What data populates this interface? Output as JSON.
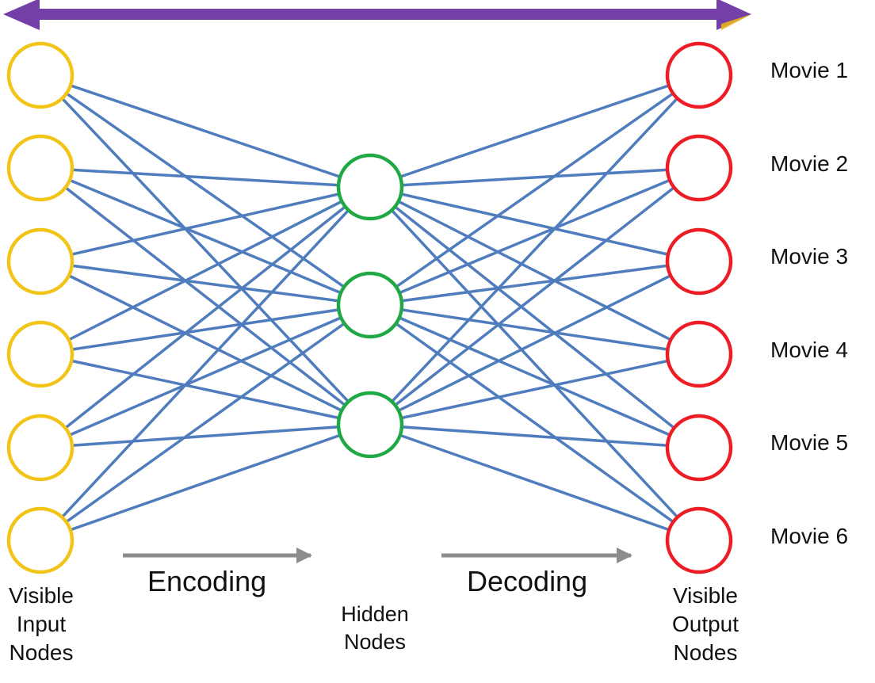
{
  "colors": {
    "input_node": "#f2c417",
    "hidden_node": "#1fa844",
    "output_node": "#ee1c24",
    "edge": "#4f7cbd",
    "top_arrow": "#7440a8",
    "top_arrow_head_right": "#e8b21a",
    "flow_arrow": "#8c8c8c"
  },
  "movies": [
    "Movie 1",
    "Movie 2",
    "Movie 3",
    "Movie 4",
    "Movie 5",
    "Movie 6"
  ],
  "labels": {
    "encoding": "Encoding",
    "decoding": "Decoding",
    "input_line1": "Visible",
    "input_line2": "Input",
    "input_line3": "Nodes",
    "hidden_line1": "Hidden",
    "hidden_line2": "Nodes",
    "output_line1": "Visible",
    "output_line2": "Output",
    "output_line3": "Nodes"
  }
}
